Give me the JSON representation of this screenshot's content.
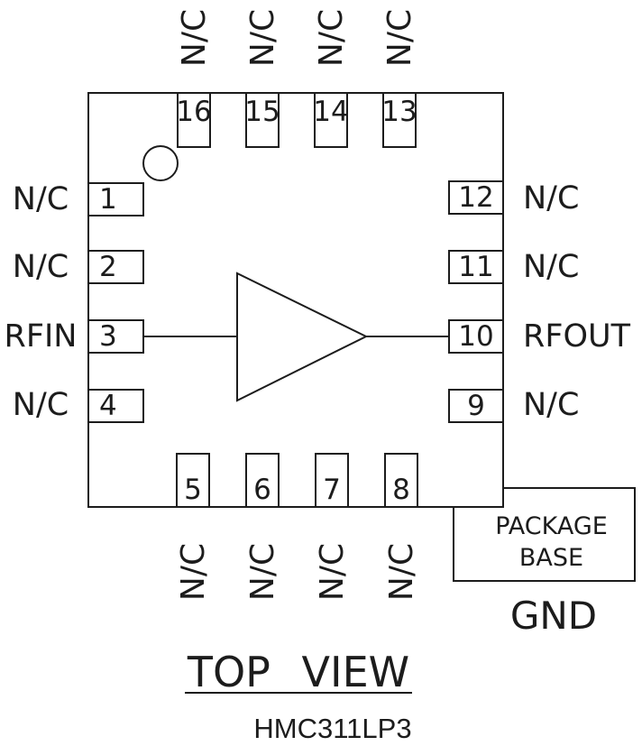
{
  "title": "TOP VIEW",
  "part_number": "HMC311LP3",
  "package_base": {
    "label_line1": "PACKAGE",
    "label_line2": "BASE",
    "ground": "GND"
  },
  "chip": {
    "pins": {
      "top": [
        {
          "number": "16",
          "label": "N/C"
        },
        {
          "number": "15",
          "label": "N/C"
        },
        {
          "number": "14",
          "label": "N/C"
        },
        {
          "number": "13",
          "label": "N/C"
        }
      ],
      "bottom": [
        {
          "number": "5",
          "label": "N/C"
        },
        {
          "number": "6",
          "label": "N/C"
        },
        {
          "number": "7",
          "label": "N/C"
        },
        {
          "number": "8",
          "label": "N/C"
        }
      ],
      "left": [
        {
          "number": "1",
          "label": "N/C"
        },
        {
          "number": "2",
          "label": "N/C"
        },
        {
          "number": "3",
          "label": "RFIN"
        },
        {
          "number": "4",
          "label": "N/C"
        }
      ],
      "right": [
        {
          "number": "12",
          "label": "N/C"
        },
        {
          "number": "11",
          "label": "N/C"
        },
        {
          "number": "10",
          "label": "RFOUT"
        },
        {
          "number": "9",
          "label": "N/C"
        }
      ]
    }
  },
  "icons": {
    "amplifier": "amplifier-triangle-icon",
    "pin1_marker": "pin1-indicator-circle"
  },
  "colors": {
    "ink": "#1c1c1c",
    "background": "#ffffff"
  }
}
